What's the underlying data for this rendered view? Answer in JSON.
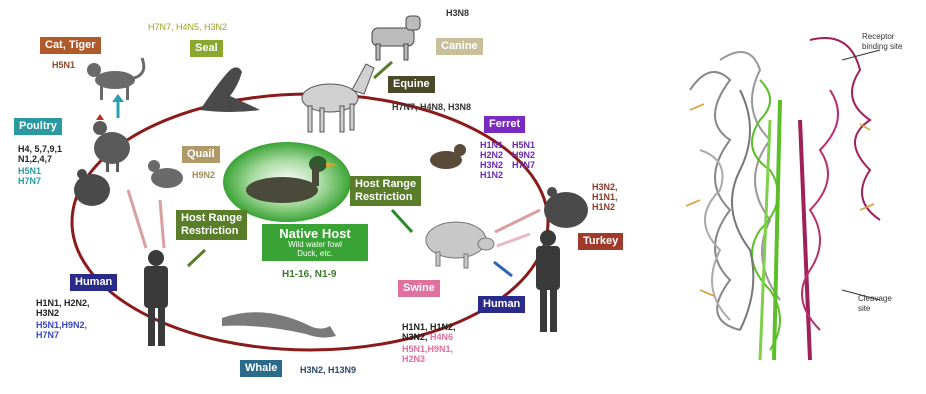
{
  "colors": {
    "ring": "#8b1a1a",
    "arrow_red": "#d9a0a0",
    "arrow_blue": "#2a63b8",
    "arrow_green": "#5a7d2a",
    "native_green": "#3aa335",
    "helix_green": "#5cbf2a",
    "helix_magenta": "#a0205a",
    "helix_gray": "#888888"
  },
  "hosts": {
    "cat_tiger": {
      "label": "Cat, Tiger",
      "subtypes": "H5N1"
    },
    "seal": {
      "label": "Seal",
      "subtypes": "H7N7, H4N5, H3N2"
    },
    "canine": {
      "label": "Canine",
      "subtypes": "H3N8"
    },
    "equine": {
      "label": "Equine",
      "subtypes": "H7N7, H4N8, H3N8"
    },
    "ferret": {
      "label": "Ferret",
      "subtypes_col1": "H1N1\nH2N2\nH3N2\nH1N2",
      "subtypes_col2": "H5N1\nH9N2\nH7N7"
    },
    "poultry": {
      "label": "Poultry",
      "subtypes_dark": "H4, 5,7,9,1\nN1,2,4,7",
      "subtypes_teal": "H5N1\nH7N7"
    },
    "quail": {
      "label": "Quail",
      "subtypes": "H9N2"
    },
    "turkey": {
      "label": "Turkey",
      "subtypes": "H3N2,\nH1N1,\nH1N2"
    },
    "human_left": {
      "label": "Human",
      "subtypes_dark": "H1N1, H2N2,\nH3N2",
      "subtypes_blue": "H5N1,H9N2,\nH7N7"
    },
    "swine": {
      "label": "Swine",
      "subtypes_dark": "H1N1, H1N2,\nN3N2, ",
      "subtypes_dark_tail": "H4N6",
      "subtypes_pink": "H5N1,H9N1,\nH2N3"
    },
    "human_right": {
      "label": "Human"
    },
    "whale": {
      "label": "Whale",
      "subtypes": "H3N2, H13N9"
    }
  },
  "native_host": {
    "title": "Native Host",
    "desc": "Wild water fowl\nDuck, etc.",
    "subtypes": "H1-16, N1-9"
  },
  "host_range_left": "Host Range\nRestriction",
  "host_range_right": "Host Range\nRestriction",
  "protein": {
    "receptor_label": "Receptor\nbinding site",
    "cleavage_label": "Cleavage\nsite"
  }
}
